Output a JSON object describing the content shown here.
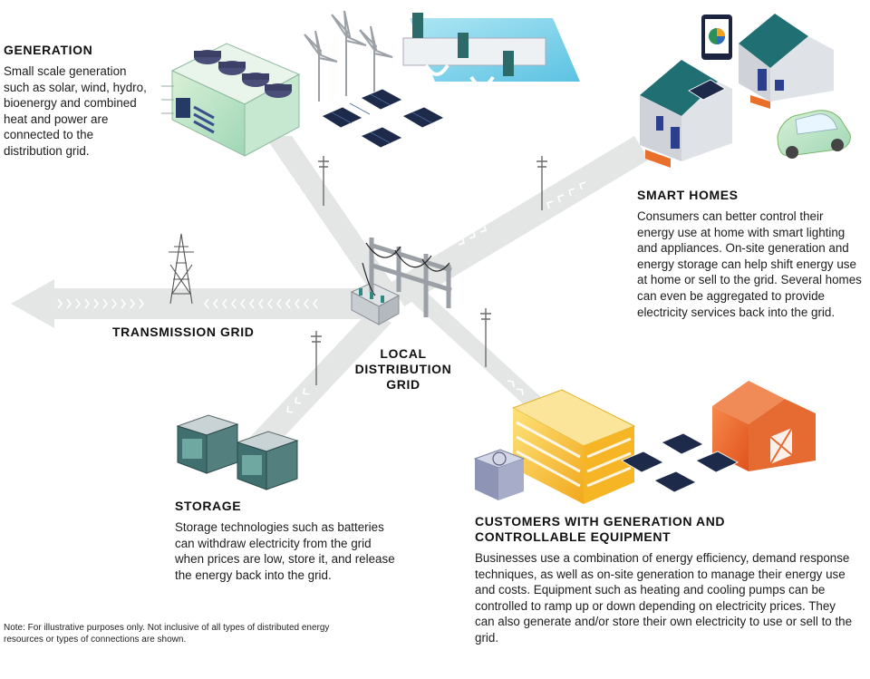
{
  "generation": {
    "title": "GENERATION",
    "text": "Small scale generation such as solar, wind, hydro, bioenergy and combined heat and power are connected to the distribution grid."
  },
  "smart_homes": {
    "title": "SMART HOMES",
    "text": "Consumers can better control their energy use at home with smart lighting and appliances. On-site generation and energy storage can help shift energy use at home or sell to the grid. Several homes can even be aggregated to provide electricity services back into the grid."
  },
  "transmission": {
    "title": "TRANSMISSION GRID"
  },
  "local_grid": {
    "line1": "LOCAL",
    "line2": "DISTRIBUTION",
    "line3": "GRID"
  },
  "storage": {
    "title": "STORAGE",
    "text": "Storage technologies such as batteries can withdraw electricity from the grid when prices are low, store it, and release the energy back into the grid."
  },
  "customers": {
    "title_line1": "CUSTOMERS WITH GENERATION AND",
    "title_line2": "CONTROLLABLE EQUIPMENT",
    "text": "Businesses use a combination of energy efficiency, demand response techniques, as well as on-site generation to manage their energy use and costs. Equipment such as heating and cooling pumps can be controlled to ramp up or down depending on electricity prices. They can also generate and/or store their own electricity to use or sell to the grid."
  },
  "note": "Note: For illustrative purposes only. Not inclusive of all types of distributed energy resources or types of connections are shown.",
  "colors": {
    "path": "#e4e6e6",
    "chevron": "#ffffff",
    "teal_roof": "#1f6f73",
    "house_wall": "#cfd2d8",
    "door": "#2c3f8f",
    "solar": "#1d2a4a",
    "plant_green": "#bfe6c2",
    "dam_blue": "#7fd3ea",
    "battery": "#3f6f6f",
    "building_yellow": "#f7c531",
    "barn_orange": "#ef6a2a",
    "car_green": "#b6e08a"
  },
  "icons": [
    "power-plant-icon",
    "wind-turbine-icon",
    "hydro-dam-icon",
    "solar-panel-icon",
    "smart-home-icon",
    "tablet-icon",
    "electric-car-icon",
    "transmission-tower-icon",
    "substation-icon",
    "battery-icon",
    "office-building-icon",
    "barn-icon",
    "hvac-unit-icon",
    "utility-pole-icon"
  ]
}
